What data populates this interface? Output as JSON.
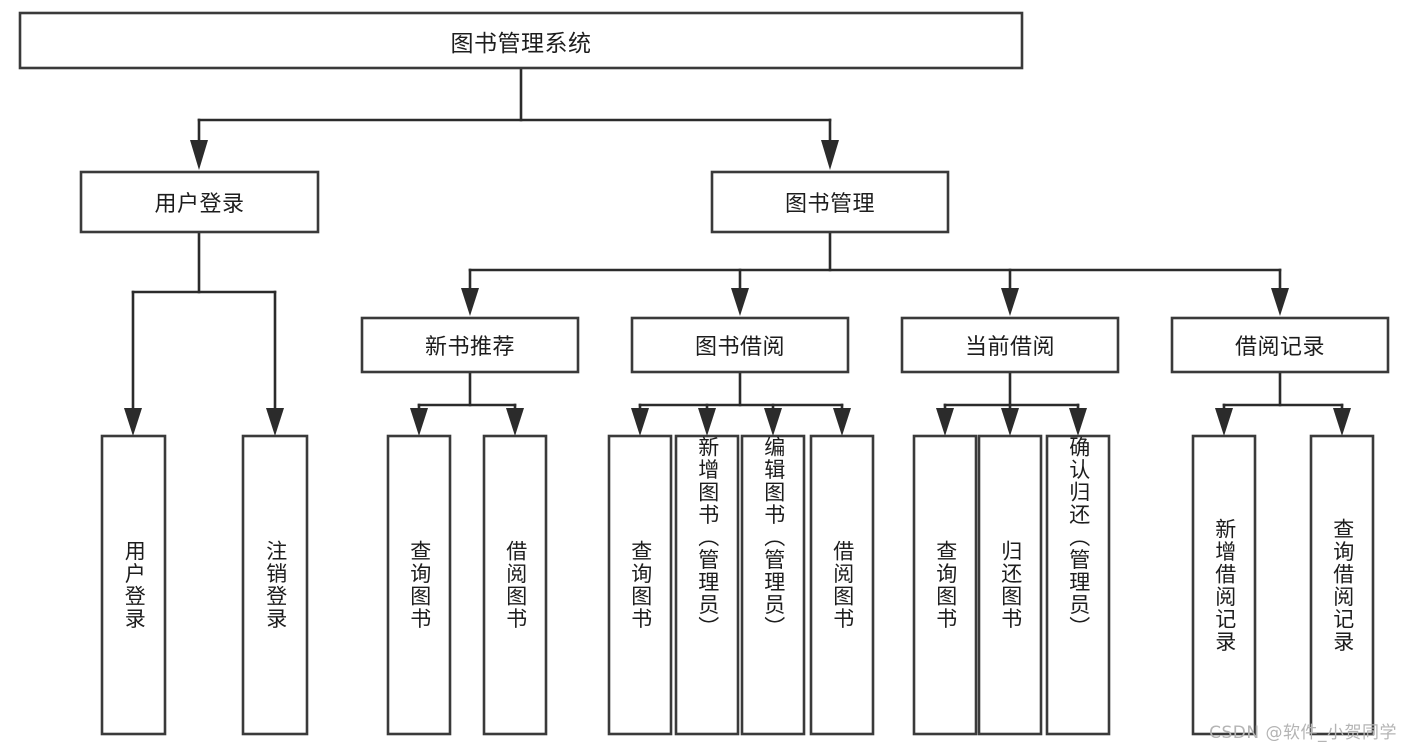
{
  "diagram": {
    "title": "图书管理系统",
    "type": "tree-hierarchy",
    "watermark": "CSDN @软件_小贺同学",
    "colors": {
      "background": "#ffffff",
      "box_stroke": "#3a3a3a",
      "connector": "#2b2b2b",
      "text": "#1d1d1d",
      "watermark": "#b4b4b4"
    },
    "levels": {
      "level1": "root",
      "level2": "modules",
      "level3": "sub-modules",
      "level4": "functions"
    },
    "root": {
      "label": "图书管理系统"
    },
    "level2": [
      {
        "label": "用户登录"
      },
      {
        "label": "图书管理"
      }
    ],
    "level3": [
      {
        "label": "新书推荐"
      },
      {
        "label": "图书借阅"
      },
      {
        "label": "当前借阅"
      },
      {
        "label": "借阅记录"
      }
    ],
    "leaves": {
      "user_login": [
        {
          "label": "用户登录"
        },
        {
          "label": "注销登录"
        }
      ],
      "new_book_recommend": [
        {
          "label": "查询图书"
        },
        {
          "label": "借阅图书"
        }
      ],
      "book_borrow": [
        {
          "label": "查询图书"
        },
        {
          "label": "新增图书（管理员）"
        },
        {
          "label": "编辑图书（管理员）"
        },
        {
          "label": "借阅图书"
        }
      ],
      "current_borrow": [
        {
          "label": "查询图书"
        },
        {
          "label": "归还图书"
        },
        {
          "label": "确认归还（管理员）"
        }
      ],
      "borrow_records": [
        {
          "label": "新增借阅记录"
        },
        {
          "label": "查询借阅记录"
        }
      ]
    }
  }
}
